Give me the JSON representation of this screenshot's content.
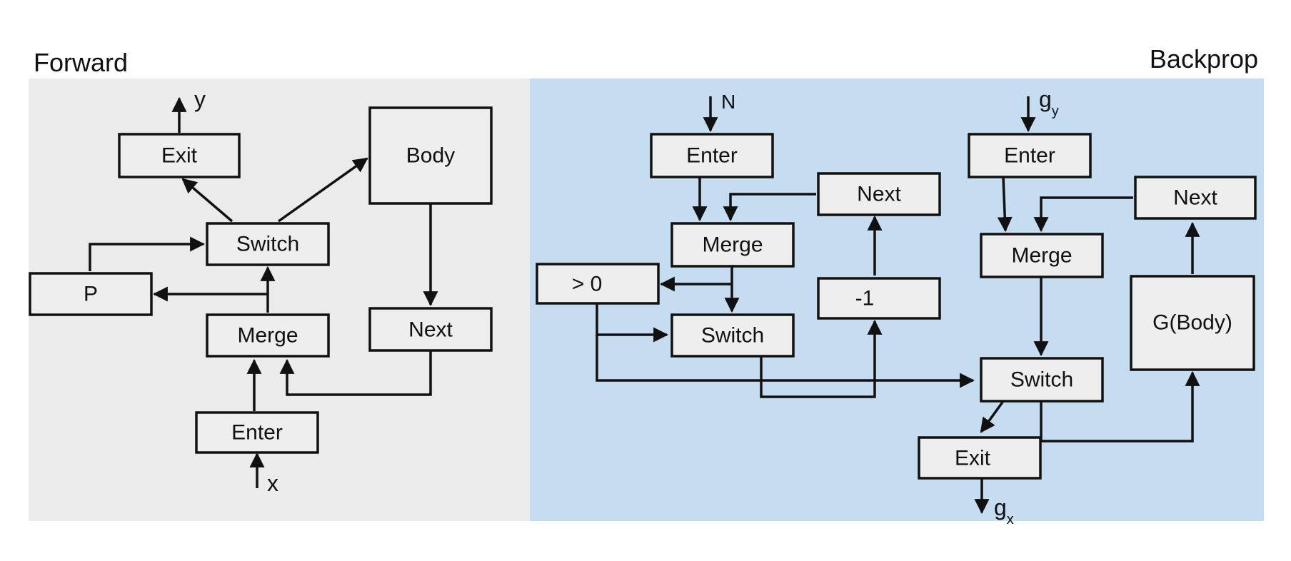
{
  "titles": {
    "forward": "Forward",
    "backprop": "Backprop"
  },
  "colors": {
    "forward_bg": "#ebebeb",
    "backprop_bg": "#c6dcf0",
    "node_fill": "#eeeeee",
    "stroke": "#111111"
  },
  "forward": {
    "nodes": {
      "exit": "Exit",
      "body": "Body",
      "switch": "Switch",
      "p": "P",
      "merge": "Merge",
      "next": "Next",
      "enter": "Enter"
    },
    "io": {
      "x": "x",
      "y": "y"
    }
  },
  "backprop": {
    "nodes": {
      "enter1": "Enter",
      "next1": "Next",
      "merge1": "Merge",
      "gt0": "> 0",
      "minus1": "-1",
      "switch1": "Switch",
      "enter2": "Enter",
      "next2": "Next",
      "merge2": "Merge",
      "gbody": "G(Body)",
      "switch2": "Switch",
      "exit": "Exit"
    },
    "io": {
      "n": "N",
      "gy": "g",
      "gy_sub": "y",
      "gx": "g",
      "gx_sub": "x"
    }
  }
}
